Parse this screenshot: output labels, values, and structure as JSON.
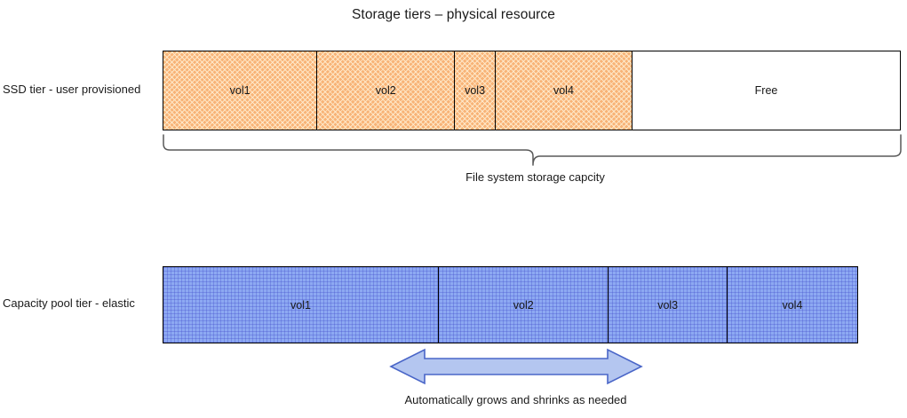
{
  "title": "Storage tiers – physical resource",
  "ssd_tier": {
    "label": "SSD tier - user provisioned",
    "segments": [
      {
        "label": "vol1",
        "width_pct": 20.9
      },
      {
        "label": "vol2",
        "width_pct": 18.7
      },
      {
        "label": "vol3",
        "width_pct": 5.5
      },
      {
        "label": "vol4",
        "width_pct": 18.6
      },
      {
        "label": "Free",
        "width_pct": 36.3
      }
    ],
    "fill_color": "#f8b377",
    "free_color": "#ffffff",
    "border_color": "#000000"
  },
  "capacity_pool_tier": {
    "label": "Capacity pool tier - elastic",
    "segments": [
      {
        "label": "vol1",
        "width_pct": 39.7
      },
      {
        "label": "vol2",
        "width_pct": 24.5
      },
      {
        "label": "vol3",
        "width_pct": 17.1
      },
      {
        "label": "vol4",
        "width_pct": 18.7
      }
    ],
    "fill_color": "#8da9f2",
    "border_color": "#000000"
  },
  "annotations": {
    "brace_caption": "File system storage capcity",
    "arrow_caption": "Automatically grows and shrinks as needed",
    "brace_color": "#595959",
    "arrow_fill": "#b4c6f0",
    "arrow_stroke": "#4a66c8"
  }
}
